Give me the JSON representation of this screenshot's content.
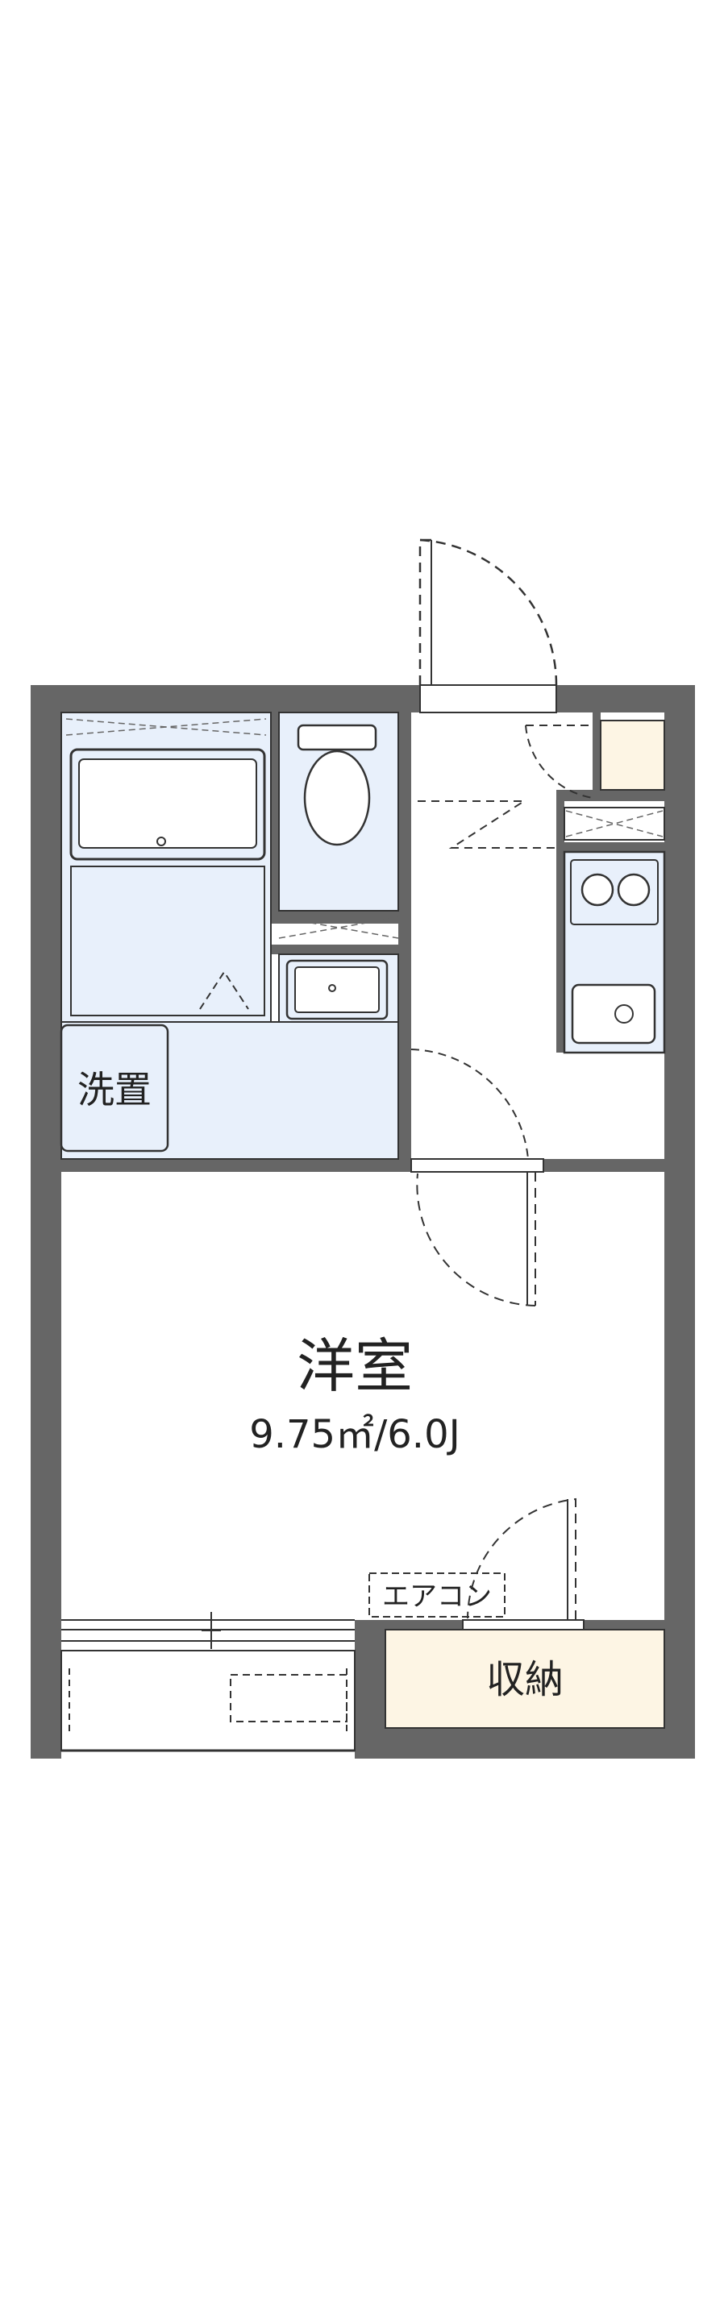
{
  "rooms": {
    "main_room": {
      "label": "洋室",
      "area": "9.75㎡/6.0J"
    },
    "washroom_label": "洗置",
    "storage_label": "収納",
    "aircon_label": "エアコン"
  },
  "colors": {
    "wall": "#666666",
    "wet_area": "#e8f0fb",
    "storage": "#fdf5e4",
    "line": "#333333"
  },
  "icons": [
    "bathtub-icon",
    "toilet-icon",
    "washbasin-icon",
    "stove-icon",
    "sink-icon",
    "door-swing-icon",
    "window-icon"
  ]
}
